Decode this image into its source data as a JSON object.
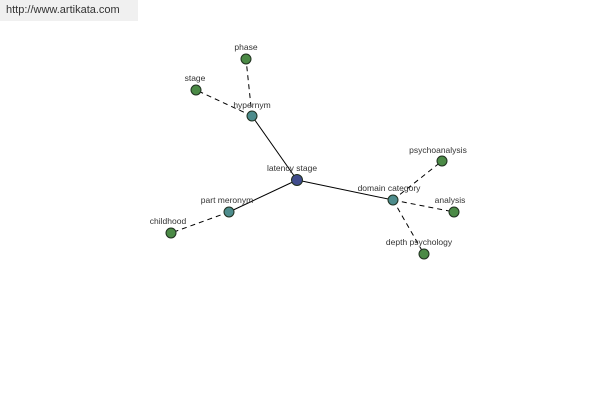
{
  "source_url": "http://www.artikata.com",
  "colors": {
    "center_node": "#404c8c",
    "relation_node": "#4d8c8c",
    "leaf_node": "#4b8a46",
    "node_stroke": "#1f2f1f",
    "edge": "#000000",
    "label": "#333333",
    "banner_bg": "#f0f0f0"
  },
  "nodes": [
    {
      "id": "latency-stage",
      "label": "latency stage",
      "kind": "center"
    },
    {
      "id": "hypernym",
      "label": "hypernym",
      "kind": "relation"
    },
    {
      "id": "part-meronym",
      "label": "part meronym",
      "kind": "relation"
    },
    {
      "id": "domain-category",
      "label": "domain category",
      "kind": "relation"
    },
    {
      "id": "phase",
      "label": "phase",
      "kind": "leaf"
    },
    {
      "id": "stage",
      "label": "stage",
      "kind": "leaf"
    },
    {
      "id": "childhood",
      "label": "childhood",
      "kind": "leaf"
    },
    {
      "id": "psychoanalysis",
      "label": "psychoanalysis",
      "kind": "leaf"
    },
    {
      "id": "analysis",
      "label": "analysis",
      "kind": "leaf"
    },
    {
      "id": "depth-psychology",
      "label": "depth psychology",
      "kind": "leaf"
    }
  ],
  "edges": [
    {
      "from": "latency-stage",
      "to": "hypernym",
      "style": "solid"
    },
    {
      "from": "latency-stage",
      "to": "part-meronym",
      "style": "solid"
    },
    {
      "from": "latency-stage",
      "to": "domain-category",
      "style": "solid"
    },
    {
      "from": "hypernym",
      "to": "phase",
      "style": "dashed"
    },
    {
      "from": "hypernym",
      "to": "stage",
      "style": "dashed"
    },
    {
      "from": "part-meronym",
      "to": "childhood",
      "style": "dashed"
    },
    {
      "from": "domain-category",
      "to": "psychoanalysis",
      "style": "dashed"
    },
    {
      "from": "domain-category",
      "to": "analysis",
      "style": "dashed"
    },
    {
      "from": "domain-category",
      "to": "depth-psychology",
      "style": "dashed"
    }
  ]
}
